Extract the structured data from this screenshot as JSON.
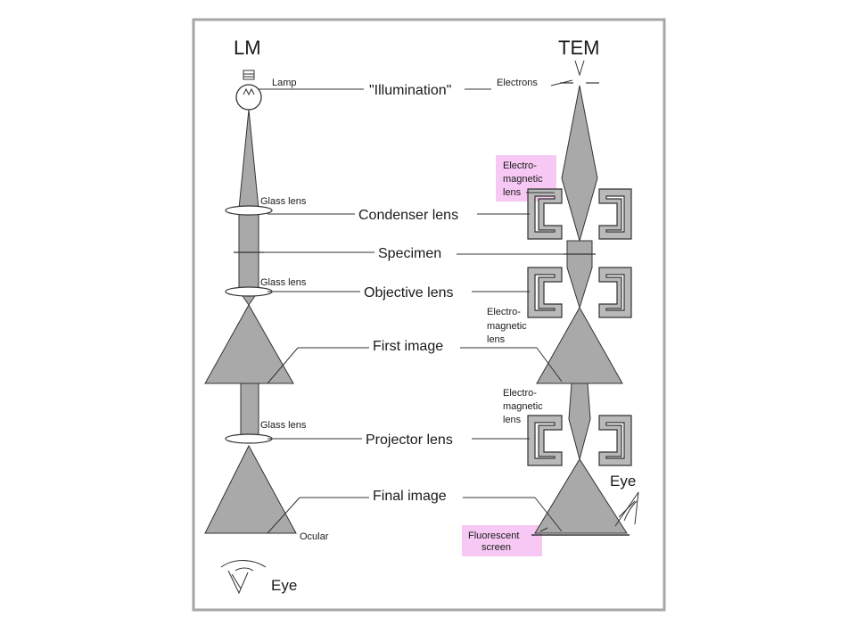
{
  "lm_label": "LM",
  "tem_label": "TEM",
  "lamp_label": "Lamp",
  "electrons_label": "Electrons",
  "illumination_label": "\"Illumination\"",
  "glass_lens_1": "Glass lens",
  "glass_lens_2": "Glass lens",
  "glass_lens_3": "Glass lens",
  "condenser_label": "Condenser lens",
  "specimen_label": "Specimen",
  "objective_label": "Objective lens",
  "first_image_label": "First image",
  "projector_label": "Projector lens",
  "final_image_label": "Final image",
  "ocular_label": "Ocular",
  "eye_lm_label": "Eye",
  "eye_tem_label": "Eye",
  "em_lens_1": [
    "Electro-",
    "magnetic",
    "lens"
  ],
  "em_lens_2": [
    "Electro-",
    "magnetic",
    "lens"
  ],
  "em_lens_3": [
    "Electro-",
    "magnetic",
    "lens"
  ],
  "fluorescent_screen": [
    "Fluorescent",
    "screen"
  ],
  "colors": {
    "highlight": "#f6c8f3",
    "beam": "#a9a9a9",
    "coil": "#b9b9b9",
    "frame": "#a6a6a6"
  }
}
